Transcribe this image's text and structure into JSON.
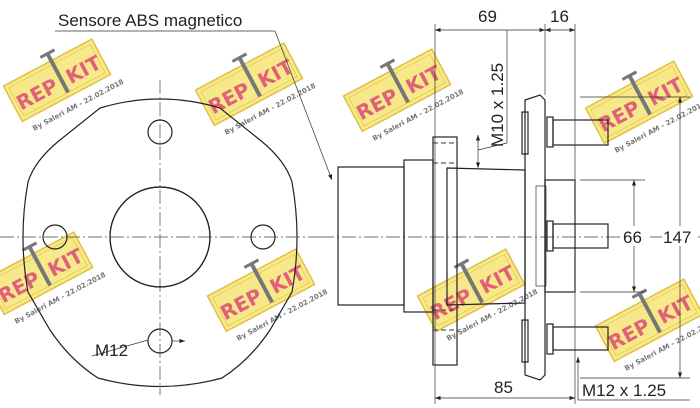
{
  "labels": {
    "sensor": "Sensore ABS magnetico",
    "dim_69": "69",
    "dim_16": "16",
    "dim_66": "66",
    "dim_147": "147",
    "dim_85": "85",
    "thread_m10": "M10 x 1.25",
    "thread_m12_front": "M12",
    "thread_m12_side": "M12 x 1.25"
  },
  "watermark": {
    "brand_left": "REP",
    "brand_right": "KIT",
    "caption": "By Saleri AM - 22.02.2018",
    "fill": "#f7e98a",
    "border": "#e0c040",
    "brand_color": "#e0607a"
  },
  "colors": {
    "line": "#222222",
    "hatch": "#555555"
  }
}
